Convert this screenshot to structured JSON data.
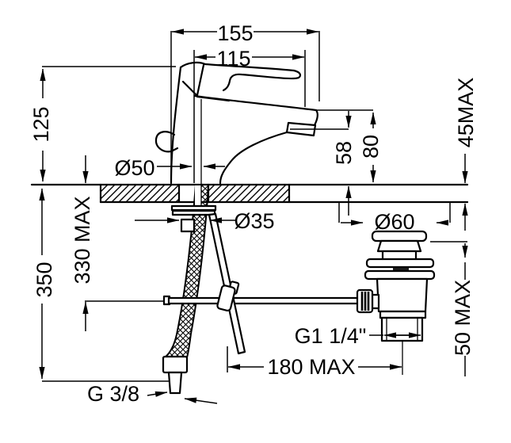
{
  "colors": {
    "background": "#ffffff",
    "line": "#000000"
  },
  "labels": {
    "overall_width": "155",
    "spout_reach": "115",
    "body_height": "125",
    "outlet_height": "58",
    "spout_top_height": "80",
    "deck_thickness_max": "45MAX",
    "base_diameter": "Ø50",
    "shank_diameter": "Ø35",
    "below_deck_depth": "350",
    "hose_drop_max": "330 MAX",
    "waste_cap_diameter": "Ø60",
    "basin_clamp_max": "50 MAX",
    "waste_thread": "G1 1/4\"",
    "rod_reach_max": "180 MAX",
    "supply_thread": "G 3/8"
  }
}
